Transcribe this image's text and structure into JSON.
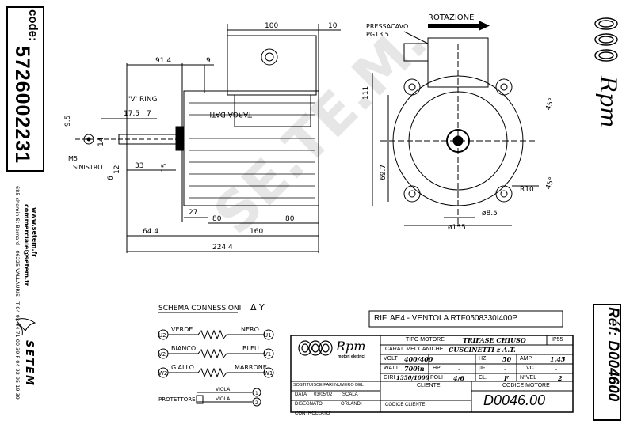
{
  "left_strip": {
    "code_label": "code:",
    "code_number": "5726002231",
    "website": "www.setem.fr",
    "email": "commerciale@setem.fr",
    "address": "685 chemin St Bernard - 06225 VALLAURIS - T 04 93 64 71 00 39 F 04 92 95 19 39",
    "brand": "SETEM"
  },
  "right_strip": {
    "brand": "Rpm",
    "ref": "Réf: D004600"
  },
  "watermark": "SE.TE.M.",
  "drawing": {
    "dims_top": [
      "100",
      "10",
      "91.4",
      "9"
    ],
    "dims_left": [
      "17.5",
      "7",
      "9.5",
      "14",
      "12",
      "15",
      "33",
      "6",
      "27",
      "80",
      "80",
      "160",
      "64.4",
      "224.4"
    ],
    "labels": {
      "v_ring": "'V' RING",
      "m5": "M5",
      "sinistro": "SINISTRO",
      "targa": "TARGA DATI",
      "pressacavo": "PRESSACAVO",
      "pg": "PG13.5",
      "rotazione": "ROTAZIONE",
      "dim_111": "111",
      "dim_697": "69.7",
      "dim_45a": "45°",
      "dim_45b": "45°",
      "dim_r10": "R10",
      "dim_85": "ø8.5",
      "dim_155": "ø155"
    }
  },
  "schema": {
    "title": "SCHEMA CONNESSIONI",
    "symbol": "Δ Y",
    "rows": [
      {
        "left_term": "U2",
        "left_col": "VERDE",
        "right_col": "NERO",
        "right_term": "U1"
      },
      {
        "left_term": "V2",
        "left_col": "BIANCO",
        "right_col": "BLEU",
        "right_term": "V1"
      },
      {
        "left_term": "W2",
        "left_col": "GIALLO",
        "right_col": "MARRONE",
        "right_term": "W1"
      }
    ],
    "protettore": "PROTETTORE",
    "viola1": "VIOLA",
    "viola2": "VIOLA",
    "term1": "1",
    "term2": "2"
  },
  "title_block": {
    "rif": "RIF. AE4 - VENTOLA RTF0508330I400P",
    "logo": "Rpm",
    "logo_sub": "motori elettrici",
    "tipo_motore_label": "TIPO MOTORE",
    "tipo_motore": "TRIFASE CHIUSO",
    "ip": "IP55",
    "carat_label": "CARAT. MECCANICHE",
    "carat": "CUSCINETTI z A.T.",
    "volt_label": "VOLT",
    "volt": "400/400",
    "hz_label": "HZ",
    "hz": "50",
    "amp_label": "AMP.",
    "amp": "1.45",
    "watt_label": "WATT",
    "watt": "700in",
    "hp_label": "HP",
    "hp": "-",
    "uf_label": "µF",
    "uf": "-",
    "vc_label": "VC",
    "vc": "-",
    "giri_label": "GIRI",
    "giri": "1350/1000",
    "poli_label": "POLI",
    "poli": "4/6",
    "cl_label": "CL.",
    "cl": "F",
    "nvel_label": "N°VEL",
    "nvel": "2",
    "sostituisce": "SOSTITUISCE PARI NUMERO DEL",
    "cliente": "CLIENTE",
    "codice_motore": "CODICE MOTORE",
    "data_label": "DATA",
    "data": "03/05/02",
    "scala_label": "SCALA",
    "disegnato_label": "DISEGNATO",
    "disegnato": "ORLANDI",
    "controllato_label": "CONTROLLATO",
    "codice_cliente": "CODICE CLIENTE",
    "codice_motore_val": "D0046.00"
  }
}
